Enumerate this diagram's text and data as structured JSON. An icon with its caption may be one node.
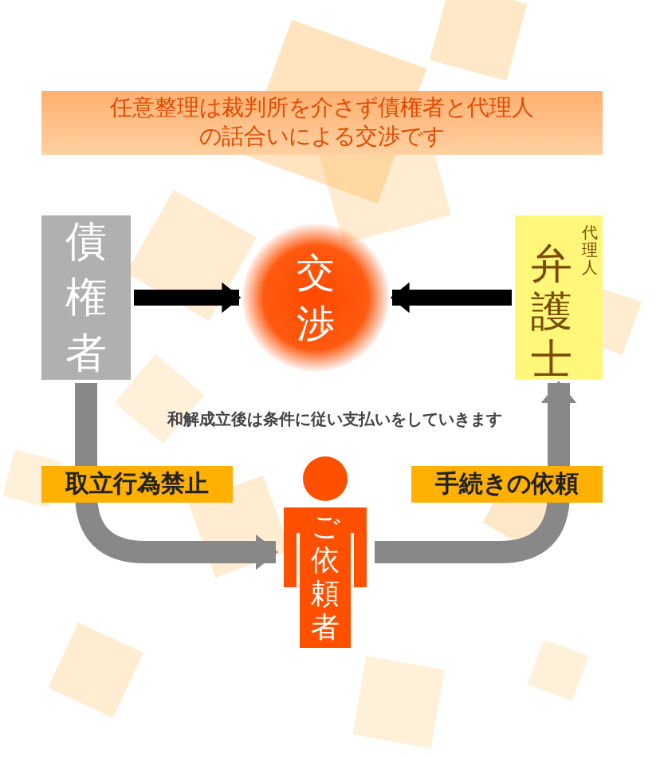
{
  "diagram": {
    "nodes": [
      {
        "text": [
          "任意整理は裁判所を介さず債権者と代理人の話合いによる交渉です"
        ]
      },
      {
        "text": [
          "債権者"
        ]
      },
      {
        "text": [
          "交渉"
        ]
      },
      {
        "text": [
          "弁護士",
          "代理人"
        ]
      },
      {
        "text": [
          "ご依頼者"
        ]
      }
    ],
    "edges": [
      {
        "from": 1,
        "to": 2,
        "arrow": "to"
      },
      {
        "from": 3,
        "to": 2,
        "arrow": "to"
      },
      {
        "from": 1,
        "to": 4,
        "arrow": "to",
        "label": "取立行為禁止",
        "color": "#888888"
      },
      {
        "from": 4,
        "to": 3,
        "arrow": "to",
        "label": "手続きの依頼",
        "color": "#888888"
      }
    ],
    "labels": [
      "和解成立後は条件に従い支払いをしていきます"
    ]
  }
}
